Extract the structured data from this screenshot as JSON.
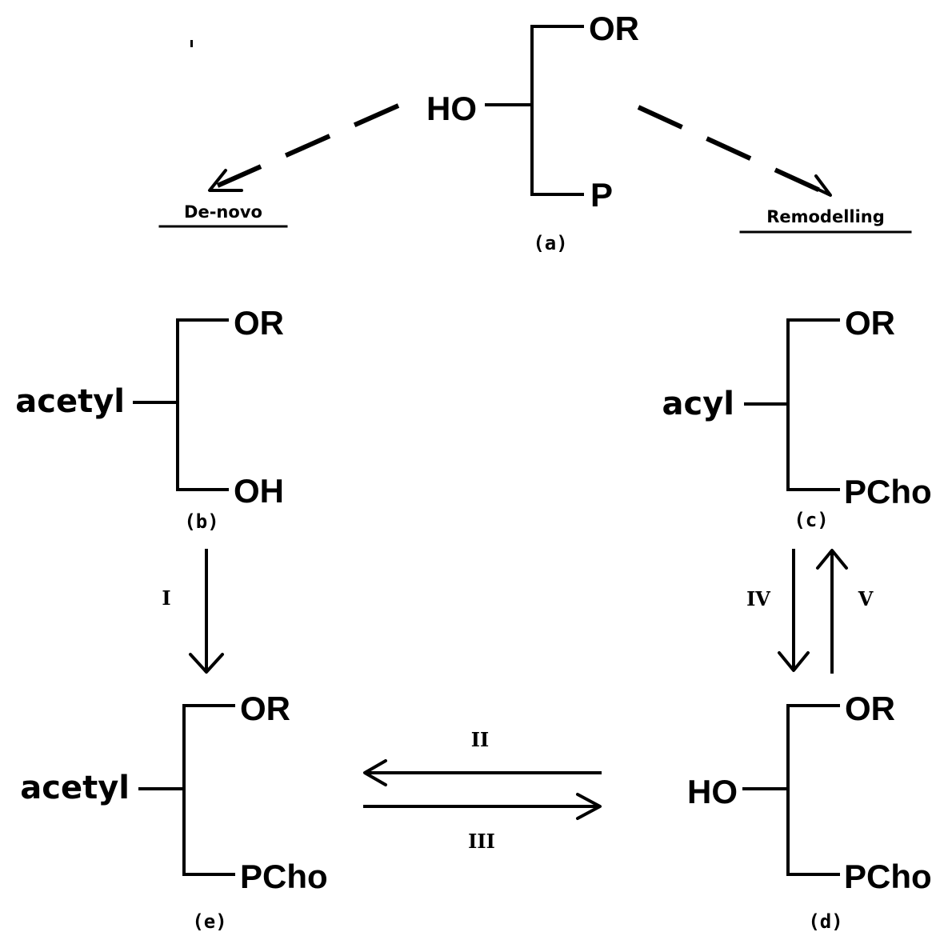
{
  "pathways": {
    "de_novo": "De-novo",
    "remodelling": "Remodelling"
  },
  "molecules": {
    "a": {
      "label": "(a)",
      "top": "OR",
      "middle": "HO",
      "bottom": "P"
    },
    "b": {
      "label": "(b)",
      "top": "OR",
      "middle": "acetyl",
      "bottom": "OH"
    },
    "c": {
      "label": "(c)",
      "top": "OR",
      "middle": "acyl",
      "bottom": "PCho"
    },
    "d": {
      "label": "(d)",
      "top": "OR",
      "middle": "HO",
      "bottom": "PCho"
    },
    "e": {
      "label": "(e)",
      "top": "OR",
      "middle": "acetyl",
      "bottom": "PCho"
    }
  },
  "steps": {
    "I": "I",
    "II": "II",
    "III": "III",
    "IV": "IV",
    "V": "V"
  }
}
